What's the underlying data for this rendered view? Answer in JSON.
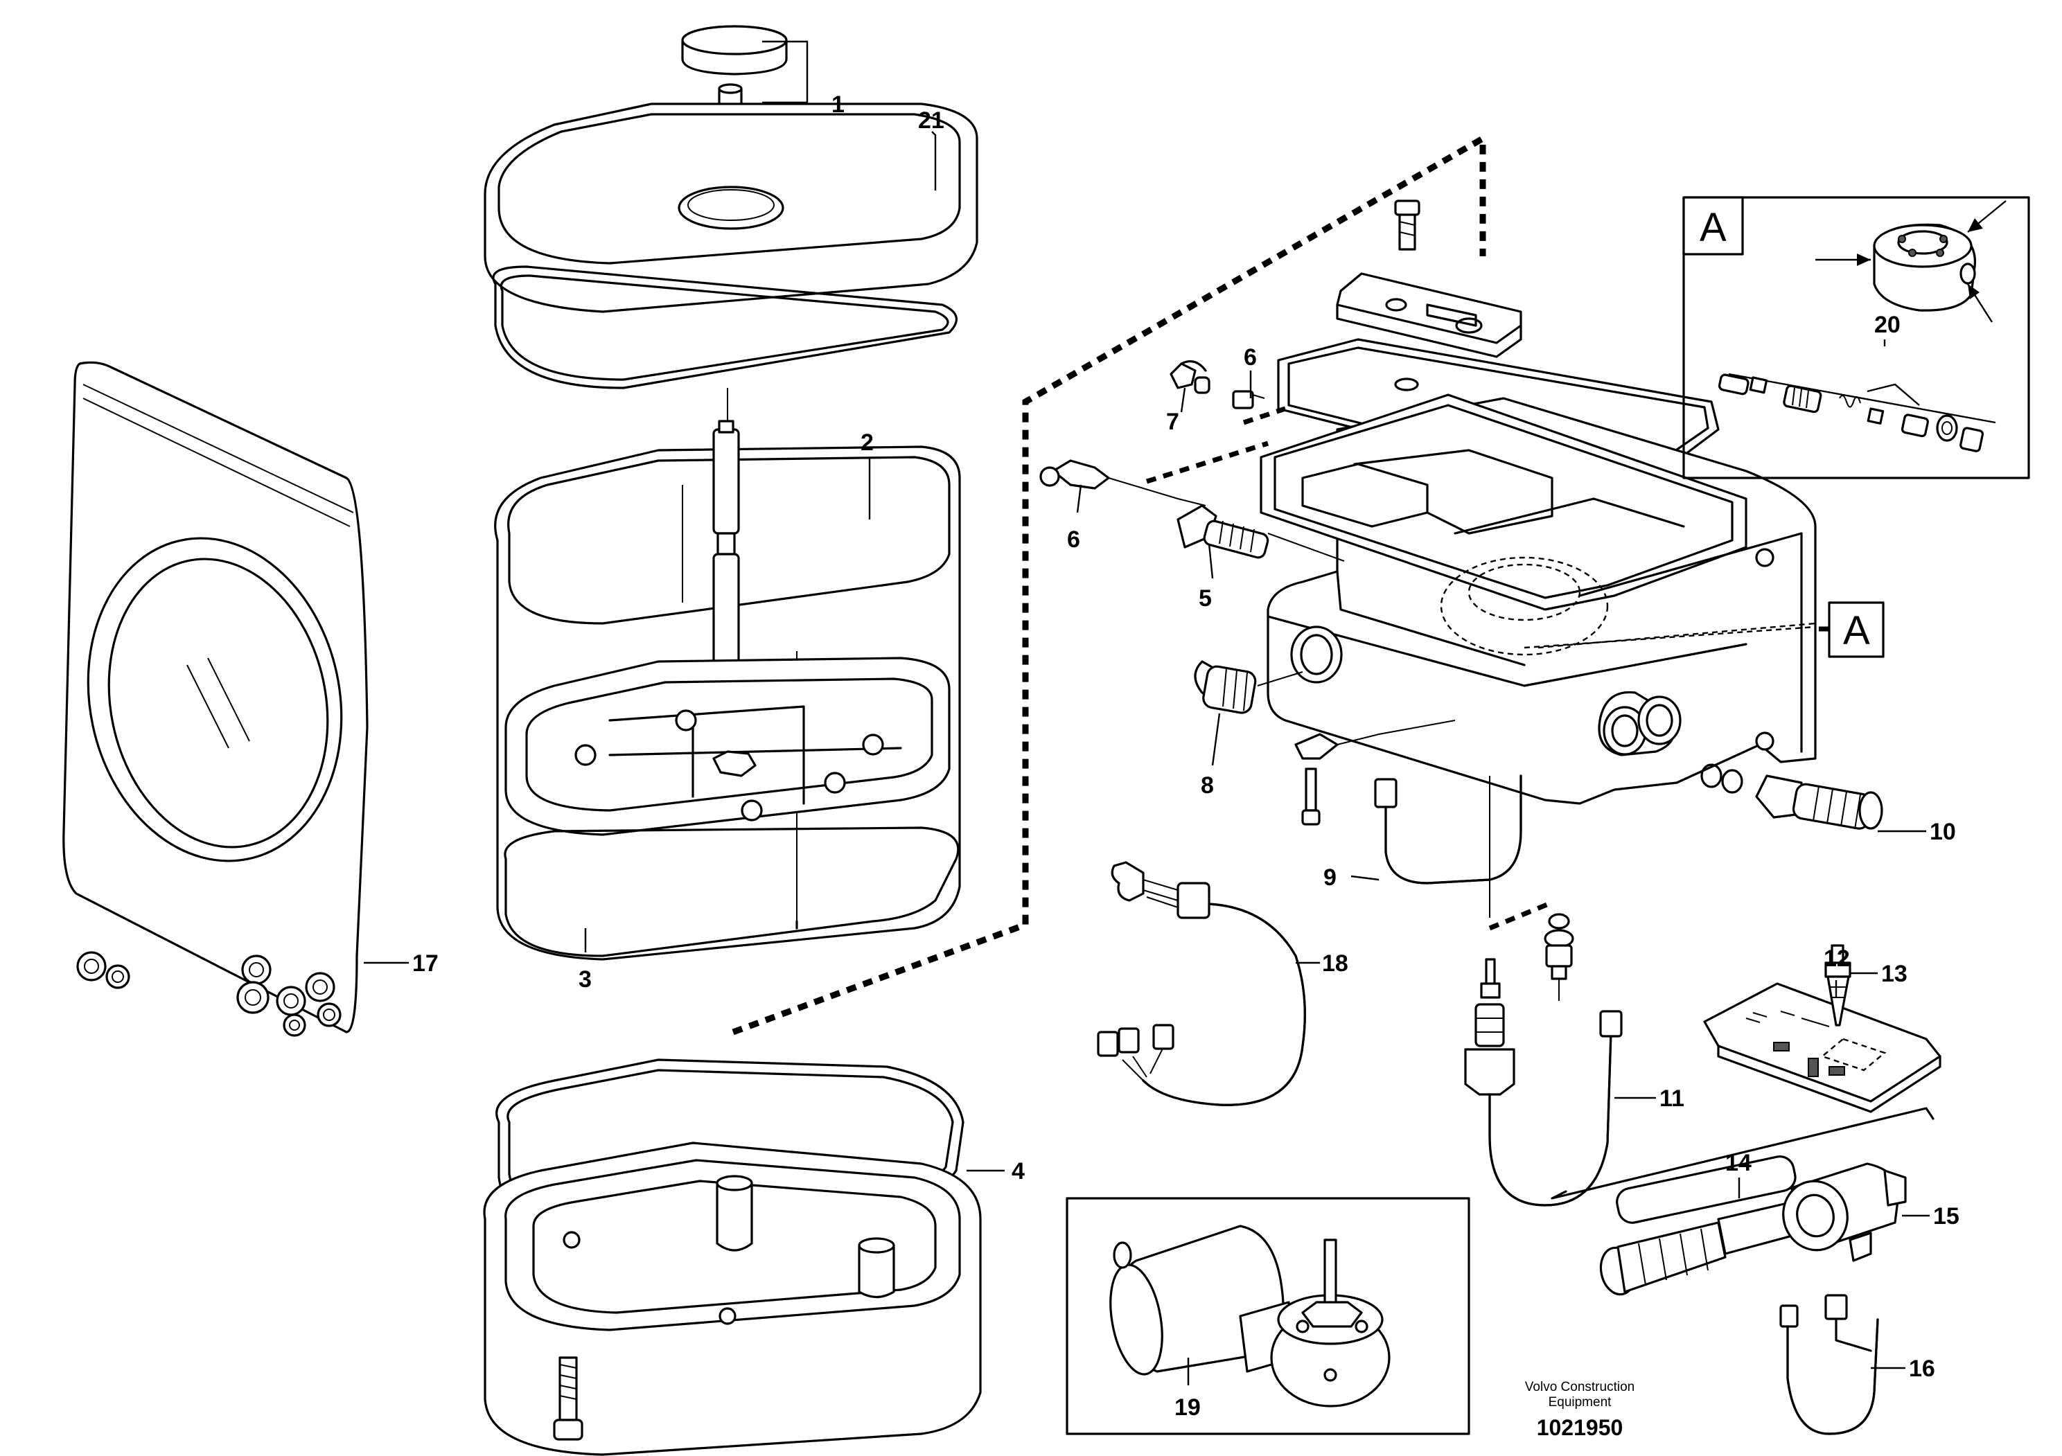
{
  "callouts": {
    "c1": "1",
    "c2": "2",
    "c3": "3",
    "c4": "4",
    "c5": "5",
    "c6a": "6",
    "c6b": "6",
    "c7": "7",
    "c8": "8",
    "c9": "9",
    "c10": "10",
    "c11": "11",
    "c12": "12",
    "c13": "13",
    "c14": "14",
    "c15": "15",
    "c16": "16",
    "c17": "17",
    "c18": "18",
    "c19": "19",
    "c20": "20",
    "c21": "21"
  },
  "view_marker": {
    "inset_label": "A",
    "detail_label": "A"
  },
  "footer": {
    "manufacturer_line1": "Volvo Construction",
    "manufacturer_line2": "Equipment",
    "drawing_number": "1021950"
  }
}
